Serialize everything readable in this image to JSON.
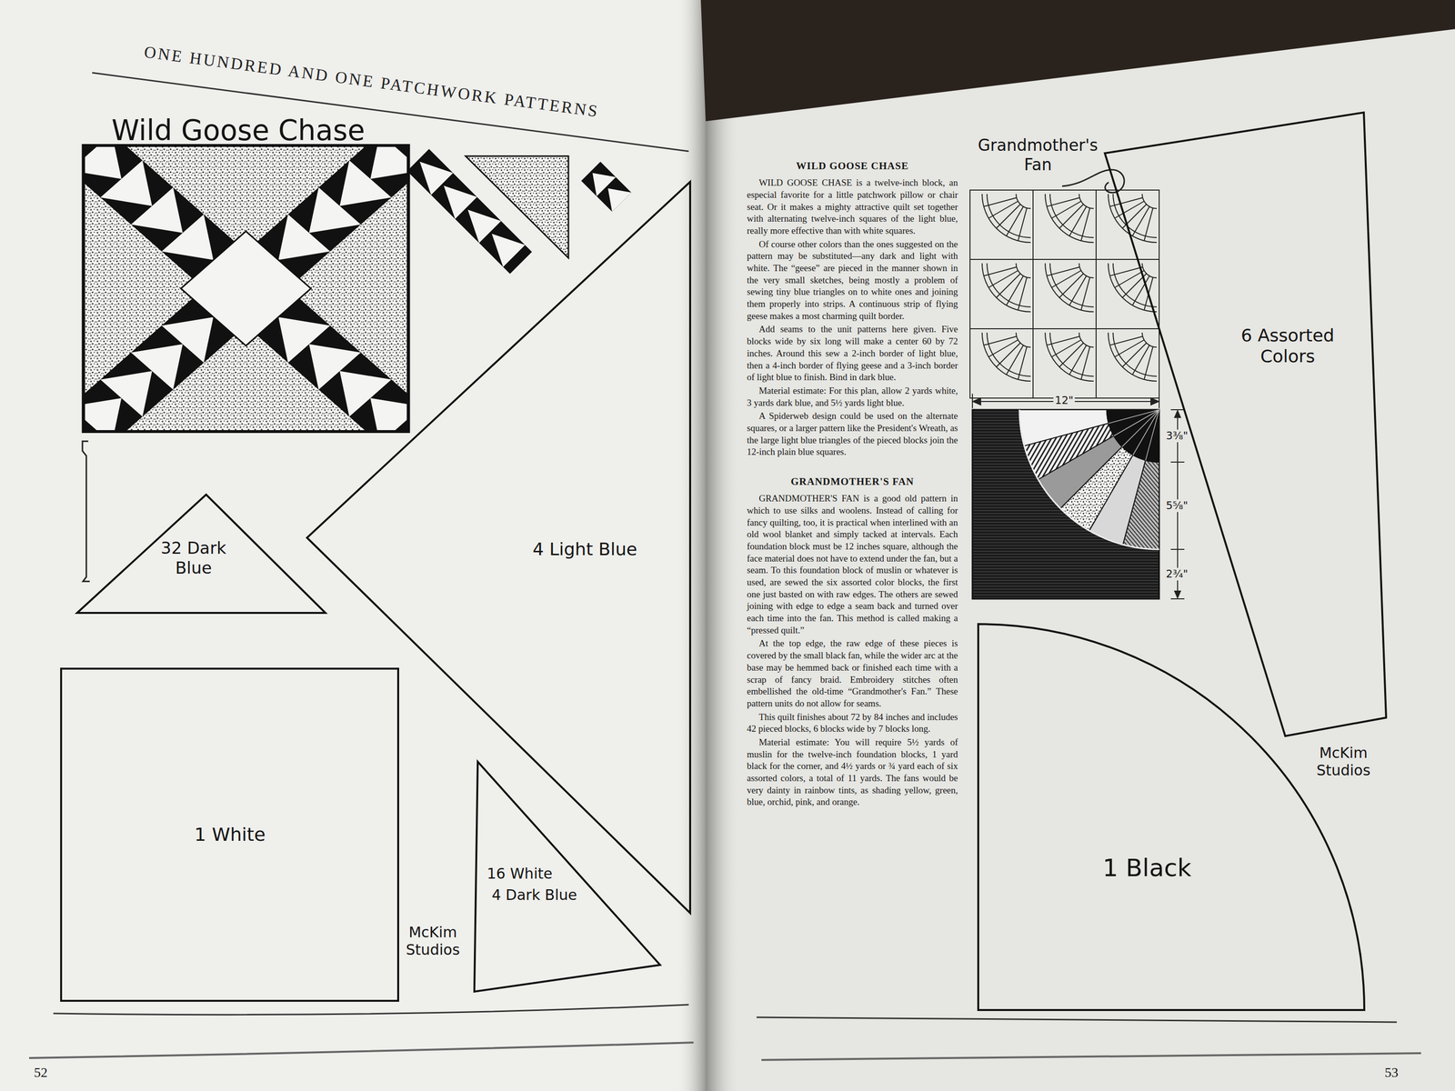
{
  "diagram": {
    "title": "ONE HUNDRED AND ONE PATCHWORK PATTERNS",
    "nodes": [
      {
        "text": [
          "32 Dark Blue"
        ]
      },
      {
        "text": [
          "4 Light Blue"
        ]
      },
      {
        "text": [
          "1 White"
        ]
      },
      {
        "text": [
          "16 White",
          "4 Dark Blue"
        ]
      },
      {
        "text": [
          "6 Assorted Colors"
        ]
      },
      {
        "text": [
          "1 Black"
        ]
      }
    ],
    "labels": [
      "Wild Goose Chase",
      "McKim Studios",
      "52",
      "WILD GOOSE CHASE",
      "WILD GOOSE CHASE is a twelve-inch block, an especial favorite for a little patchwork pillow or chair seat. Or it makes a mighty attractive quilt set together with alternating twelve-inch squares of the light blue, really more effective than with white squares.",
      "Of course other colors than the ones suggested on the pattern may be substituted—any dark and light with white. The “geese” are pieced in the manner shown in the very small sketches, being mostly a problem of sewing tiny blue triangles on to white ones and joining them properly into strips. A continuous strip of flying geese makes a most charming quilt border.",
      "Add seams to the unit patterns here given. Five blocks wide by six long will make a center 60 by 72 inches. Around this sew a 2-inch border of light blue, then a 4-inch border of flying geese and a 3-inch border of light blue to finish. Bind in dark blue.",
      "Material estimate: For this plan, allow 2 yards white, 3 yards dark blue, and 5½ yards light blue.",
      "A Spiderweb design could be used on the alternate squares, or a larger pattern like the President's Wreath, as the large light blue triangles of the pieced blocks join the 12-inch plain blue squares.",
      "Grandmother's Fan",
      "12\"",
      "3⅜\"",
      "5⅝\"",
      "2¾\"",
      "GRANDMOTHER'S FAN",
      "GRANDMOTHER'S FAN is a good old pattern in which to use silks and woolens. Instead of calling for fancy quilting, too, it is practical when interlined with an old wool blanket and simply tacked at intervals. Each foundation block must be 12 inches square, although the face material does not have to extend under the fan, but a seam. To this foundation block of muslin or whatever is used, are sewed the six assorted color blocks, the first one just basted on with raw edges. The others are sewed joining with edge to edge a seam back and turned over each time into the fan. This method is called making a “pressed quilt.”",
      "At the top edge, the raw edge of these pieces is covered by the small black fan, while the wider arc at the base may be hemmed back or finished each time with a scrap of fancy braid. Embroidery stitches often embellished the old-time “Grandmother's Fan.” These pattern units do not allow for seams.",
      "This quilt finishes about 72 by 84 inches and includes 42 pieced blocks, 6 blocks wide by 7 blocks long.",
      "Material estimate: You will require 5½ yards of muslin for the twelve-inch foundation blocks, 1 yard black for the corner, and 4½ yards or ¾ yard each of six assorted colors, a total of 11 yards. The fans would be very dainty in rainbow tints, as shading yellow, green, blue, orchid, pink, and orange.",
      "McKim Studios",
      "53"
    ]
  }
}
